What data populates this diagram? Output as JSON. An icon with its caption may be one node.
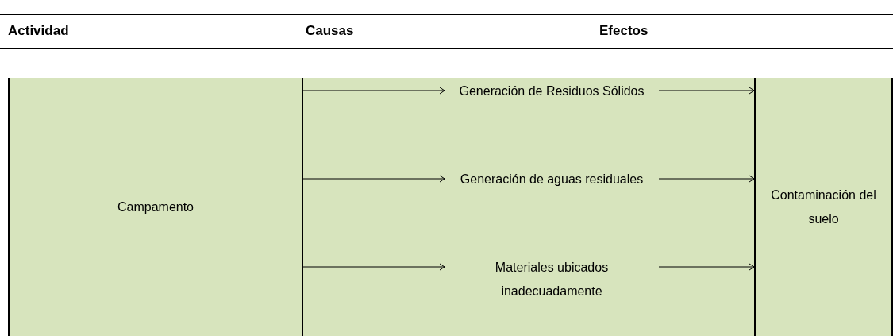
{
  "diagram": {
    "nodes": [
      {
        "text": [
          "Campamento"
        ]
      },
      {
        "text": [
          "Generación de Residuos Sólidos"
        ]
      },
      {
        "text": [
          "Generación de aguas residuales"
        ]
      },
      {
        "text": [
          "Materiales ubicados inadecuadamente"
        ]
      },
      {
        "text": [
          "Contaminación del suelo"
        ]
      }
    ],
    "edges": [
      {
        "from": 0,
        "to": 1,
        "arrow": "to"
      },
      {
        "from": 0,
        "to": 2,
        "arrow": "to"
      },
      {
        "from": 0,
        "to": 3,
        "arrow": "to"
      },
      {
        "from": 1,
        "to": 4,
        "arrow": "to"
      },
      {
        "from": 2,
        "to": 4,
        "arrow": "to"
      },
      {
        "from": 3,
        "to": 4,
        "arrow": "to"
      }
    ],
    "labels": [
      "Actividad",
      "Causas",
      "Efectos"
    ]
  }
}
